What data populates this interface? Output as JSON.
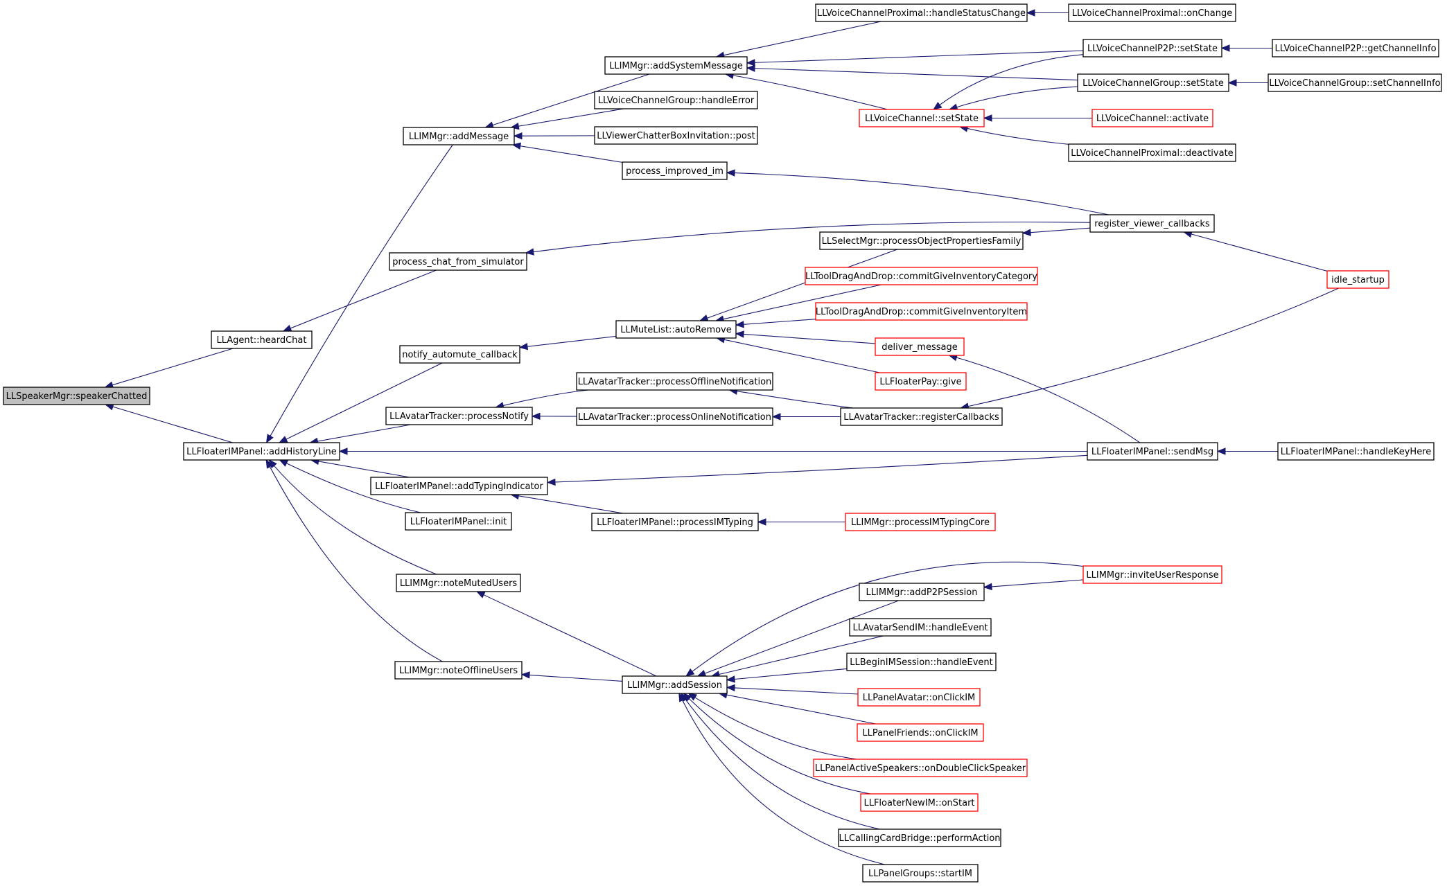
{
  "graph": {
    "root": "LLSpeakerMgr::speakerChatted",
    "colors": {
      "edge": "#191970",
      "root_fill": "#bfbfbf",
      "border_normal": "#000000",
      "border_truncated": "#ff0000"
    },
    "nodes": [
      {
        "id": "speakerChatted",
        "label": "LLSpeakerMgr::speakerChatted",
        "style": "root"
      },
      {
        "id": "heardChat",
        "label": "LLAgent::heardChat",
        "style": "normal"
      },
      {
        "id": "addHistoryLine",
        "label": "LLFloaterIMPanel::addHistoryLine",
        "style": "normal"
      },
      {
        "id": "addMessage",
        "label": "LLIMMgr::addMessage",
        "style": "normal"
      },
      {
        "id": "processChatFromSim",
        "label": "process_chat_from_simulator",
        "style": "normal"
      },
      {
        "id": "notifyAutomute",
        "label": "notify_automute_callback",
        "style": "normal"
      },
      {
        "id": "processNotify",
        "label": "LLAvatarTracker::processNotify",
        "style": "normal"
      },
      {
        "id": "addTypingIndicator",
        "label": "LLFloaterIMPanel::addTypingIndicator",
        "style": "normal"
      },
      {
        "id": "panelInit",
        "label": "LLFloaterIMPanel::init",
        "style": "normal"
      },
      {
        "id": "noteMutedUsers",
        "label": "LLIMMgr::noteMutedUsers",
        "style": "normal"
      },
      {
        "id": "noteOfflineUsers",
        "label": "LLIMMgr::noteOfflineUsers",
        "style": "normal"
      },
      {
        "id": "addSystemMessage",
        "label": "LLIMMgr::addSystemMessage",
        "style": "normal"
      },
      {
        "id": "vcgHandleError",
        "label": "LLVoiceChannelGroup::handleError",
        "style": "normal"
      },
      {
        "id": "chatterBoxPost",
        "label": "LLViewerChatterBoxInvitation::post",
        "style": "normal"
      },
      {
        "id": "processImprovedIm",
        "label": "process_improved_im",
        "style": "normal"
      },
      {
        "id": "autoRemove",
        "label": "LLMuteList::autoRemove",
        "style": "normal"
      },
      {
        "id": "processOffline",
        "label": "LLAvatarTracker::processOfflineNotification",
        "style": "normal"
      },
      {
        "id": "processOnline",
        "label": "LLAvatarTracker::processOnlineNotification",
        "style": "normal"
      },
      {
        "id": "processIMTyping",
        "label": "LLFloaterIMPanel::processIMTyping",
        "style": "normal"
      },
      {
        "id": "addSession",
        "label": "LLIMMgr::addSession",
        "style": "normal"
      },
      {
        "id": "vcpHandleStatus",
        "label": "LLVoiceChannelProximal::handleStatusChange",
        "style": "normal"
      },
      {
        "id": "vcSetState",
        "label": "LLVoiceChannel::setState",
        "style": "truncated"
      },
      {
        "id": "selectMgrProps",
        "label": "LLSelectMgr::processObjectPropertiesFamily",
        "style": "normal"
      },
      {
        "id": "dragInvCategory",
        "label": "LLToolDragAndDrop::commitGiveInventoryCategory",
        "style": "truncated"
      },
      {
        "id": "dragInvItem",
        "label": "LLToolDragAndDrop::commitGiveInventoryItem",
        "style": "truncated"
      },
      {
        "id": "deliverMessage",
        "label": "deliver_message",
        "style": "truncated"
      },
      {
        "id": "floaterPayGive",
        "label": "LLFloaterPay::give",
        "style": "truncated"
      },
      {
        "id": "registerCallbacks",
        "label": "LLAvatarTracker::registerCallbacks",
        "style": "normal"
      },
      {
        "id": "processIMTypingCore",
        "label": "LLIMMgr::processIMTypingCore",
        "style": "truncated"
      },
      {
        "id": "addP2PSession",
        "label": "LLIMMgr::addP2PSession",
        "style": "normal"
      },
      {
        "id": "avatarSendIM",
        "label": "LLAvatarSendIM::handleEvent",
        "style": "normal"
      },
      {
        "id": "beginIMSession",
        "label": "LLBeginIMSession::handleEvent",
        "style": "normal"
      },
      {
        "id": "panelAvatarClickIM",
        "label": "LLPanelAvatar::onClickIM",
        "style": "truncated"
      },
      {
        "id": "panelFriendsClickIM",
        "label": "LLPanelFriends::onClickIM",
        "style": "truncated"
      },
      {
        "id": "activeSpeakers",
        "label": "LLPanelActiveSpeakers::onDoubleClickSpeaker",
        "style": "truncated"
      },
      {
        "id": "floaterNewIM",
        "label": "LLFloaterNewIM::onStart",
        "style": "truncated"
      },
      {
        "id": "callingCard",
        "label": "LLCallingCardBridge::performAction",
        "style": "normal"
      },
      {
        "id": "panelGroupsStartIM",
        "label": "LLPanelGroups::startIM",
        "style": "normal"
      },
      {
        "id": "vcpOnChange",
        "label": "LLVoiceChannelProximal::onChange",
        "style": "normal"
      },
      {
        "id": "vcp2pSetState",
        "label": "LLVoiceChannelP2P::setState",
        "style": "normal"
      },
      {
        "id": "vcgSetState",
        "label": "LLVoiceChannelGroup::setState",
        "style": "normal"
      },
      {
        "id": "vcActivate",
        "label": "LLVoiceChannel::activate",
        "style": "truncated"
      },
      {
        "id": "vcpDeactivate",
        "label": "LLVoiceChannelProximal::deactivate",
        "style": "normal"
      },
      {
        "id": "registerViewerCallbacks",
        "label": "register_viewer_callbacks",
        "style": "normal"
      },
      {
        "id": "sendMsg",
        "label": "LLFloaterIMPanel::sendMsg",
        "style": "normal"
      },
      {
        "id": "inviteUserResponse",
        "label": "LLIMMgr::inviteUserResponse",
        "style": "truncated"
      },
      {
        "id": "vcp2pGetChannelInfo",
        "label": "LLVoiceChannelP2P::getChannelInfo",
        "style": "normal"
      },
      {
        "id": "vcgSetChannelInfo",
        "label": "LLVoiceChannelGroup::setChannelInfo",
        "style": "normal"
      },
      {
        "id": "idleStartup",
        "label": "idle_startup",
        "style": "truncated"
      },
      {
        "id": "handleKeyHere",
        "label": "LLFloaterIMPanel::handleKeyHere",
        "style": "normal"
      }
    ],
    "edges": [
      [
        "heardChat",
        "speakerChatted"
      ],
      [
        "addHistoryLine",
        "speakerChatted"
      ],
      [
        "processChatFromSim",
        "heardChat"
      ],
      [
        "addMessage",
        "addHistoryLine"
      ],
      [
        "notifyAutomute",
        "addHistoryLine"
      ],
      [
        "processNotify",
        "addHistoryLine"
      ],
      [
        "addTypingIndicator",
        "addHistoryLine"
      ],
      [
        "panelInit",
        "addHistoryLine"
      ],
      [
        "noteMutedUsers",
        "addHistoryLine"
      ],
      [
        "noteOfflineUsers",
        "addHistoryLine"
      ],
      [
        "sendMsg",
        "addHistoryLine"
      ],
      [
        "addSystemMessage",
        "addMessage"
      ],
      [
        "vcgHandleError",
        "addMessage"
      ],
      [
        "chatterBoxPost",
        "addMessage"
      ],
      [
        "processImprovedIm",
        "addMessage"
      ],
      [
        "registerViewerCallbacks",
        "processChatFromSim"
      ],
      [
        "autoRemove",
        "notifyAutomute"
      ],
      [
        "processOffline",
        "processNotify"
      ],
      [
        "processOnline",
        "processNotify"
      ],
      [
        "sendMsg",
        "addTypingIndicator"
      ],
      [
        "processIMTyping",
        "addTypingIndicator"
      ],
      [
        "addSession",
        "noteMutedUsers"
      ],
      [
        "addSession",
        "noteOfflineUsers"
      ],
      [
        "vcpHandleStatus",
        "addSystemMessage"
      ],
      [
        "vcp2pSetState",
        "addSystemMessage"
      ],
      [
        "vcgSetState",
        "addSystemMessage"
      ],
      [
        "vcSetState",
        "addSystemMessage"
      ],
      [
        "registerViewerCallbacks",
        "processImprovedIm"
      ],
      [
        "selectMgrProps",
        "autoRemove"
      ],
      [
        "dragInvCategory",
        "autoRemove"
      ],
      [
        "dragInvItem",
        "autoRemove"
      ],
      [
        "deliverMessage",
        "autoRemove"
      ],
      [
        "floaterPayGive",
        "autoRemove"
      ],
      [
        "registerCallbacks",
        "processOffline"
      ],
      [
        "registerCallbacks",
        "processOnline"
      ],
      [
        "processIMTypingCore",
        "processIMTyping"
      ],
      [
        "inviteUserResponse",
        "addSession"
      ],
      [
        "addP2PSession",
        "addSession"
      ],
      [
        "avatarSendIM",
        "addSession"
      ],
      [
        "beginIMSession",
        "addSession"
      ],
      [
        "panelAvatarClickIM",
        "addSession"
      ],
      [
        "panelFriendsClickIM",
        "addSession"
      ],
      [
        "activeSpeakers",
        "addSession"
      ],
      [
        "floaterNewIM",
        "addSession"
      ],
      [
        "callingCard",
        "addSession"
      ],
      [
        "panelGroupsStartIM",
        "addSession"
      ],
      [
        "vcpOnChange",
        "vcpHandleStatus"
      ],
      [
        "vcp2pSetState",
        "vcSetState"
      ],
      [
        "vcgSetState",
        "vcSetState"
      ],
      [
        "vcActivate",
        "vcSetState"
      ],
      [
        "vcpDeactivate",
        "vcSetState"
      ],
      [
        "registerViewerCallbacks",
        "selectMgrProps"
      ],
      [
        "sendMsg",
        "deliverMessage"
      ],
      [
        "idleStartup",
        "registerCallbacks"
      ],
      [
        "inviteUserResponse",
        "addP2PSession"
      ],
      [
        "vcp2pGetChannelInfo",
        "vcp2pSetState"
      ],
      [
        "vcgSetChannelInfo",
        "vcgSetState"
      ],
      [
        "idleStartup",
        "registerViewerCallbacks"
      ],
      [
        "handleKeyHere",
        "sendMsg"
      ]
    ]
  }
}
